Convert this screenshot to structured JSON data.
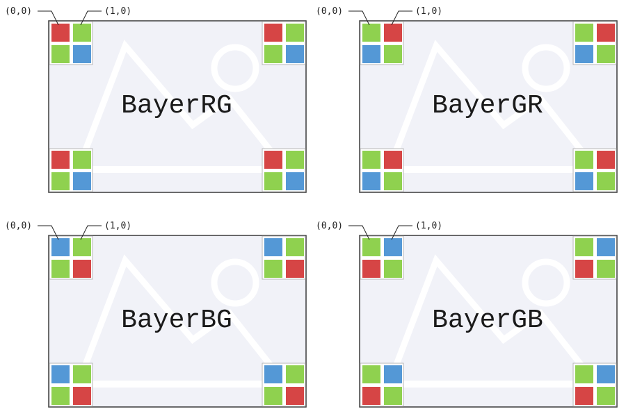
{
  "colors": {
    "R": "#d64545",
    "G": "#8fd14f",
    "B": "#5498d6",
    "panel_bg": "#f1f2f8",
    "panel_border": "#3a3a3a",
    "cell_border": "#b7b7b7",
    "watermark": "#ffffff"
  },
  "watermark_icon": "image-placeholder-icon",
  "panels": [
    {
      "name": "BayerRG",
      "pattern": [
        [
          "R",
          "G"
        ],
        [
          "G",
          "B"
        ]
      ],
      "label_origin": "(0,0)",
      "label_next": "(1,0)"
    },
    {
      "name": "BayerGR",
      "pattern": [
        [
          "G",
          "R"
        ],
        [
          "B",
          "G"
        ]
      ],
      "label_origin": "(0,0)",
      "label_next": "(1,0)"
    },
    {
      "name": "BayerBG",
      "pattern": [
        [
          "B",
          "G"
        ],
        [
          "G",
          "R"
        ]
      ],
      "label_origin": "(0,0)",
      "label_next": "(1,0)"
    },
    {
      "name": "BayerGB",
      "pattern": [
        [
          "G",
          "B"
        ],
        [
          "R",
          "G"
        ]
      ],
      "label_origin": "(0,0)",
      "label_next": "(1,0)"
    }
  ]
}
